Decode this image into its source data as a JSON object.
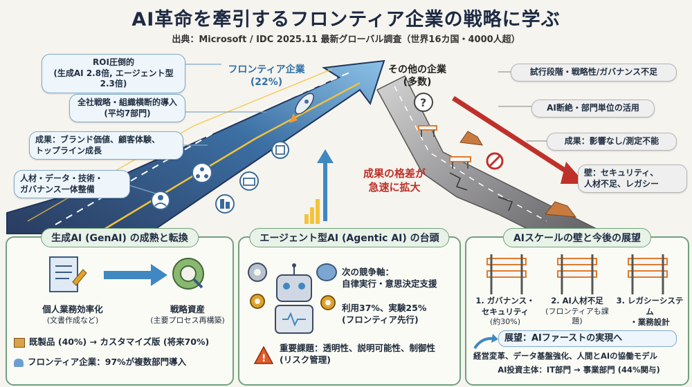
{
  "header": {
    "title": "AI革命を牽引するフロンティア企業の戦略に学ぶ",
    "subtitle": "出典：Microsoft / IDC 2025.11 最新グローバル調査（世界16カ国・4000人超）"
  },
  "hero": {
    "frontier_label": "フロンティア企業",
    "frontier_pct": "(22%)",
    "other_label": "その他の企業",
    "other_sub": "(多数)",
    "gap_line1": "成果の格差が",
    "gap_line2": "急速に拡大",
    "left_items": [
      {
        "line1": "ROI圧倒的",
        "line2": "(生成AI 2.8倍, エージェント型 2.3倍)"
      },
      {
        "line1": "全社戦略・組織横断的導入",
        "line2": "(平均7部門)"
      },
      {
        "line1": "成果：ブランド価値、顧客体験、",
        "line2": "トップライン成長"
      },
      {
        "line1": "人材・データ・技術・",
        "line2": "ガバナンス一体整備"
      }
    ],
    "right_items": [
      {
        "line1": "試行段階・戦略性/ガバナンス不足",
        "line2": ""
      },
      {
        "line1": "AI断絶・部門単位の活用",
        "line2": ""
      },
      {
        "line1": "成果：影響なし/測定不能",
        "line2": ""
      },
      {
        "line1": "壁：セキュリティ、",
        "line2": "人材不足、レガシー"
      }
    ]
  },
  "panels": {
    "genai": {
      "title": "生成AI (GenAI) の成熟と転換",
      "left_label": "個人業務効率化",
      "left_sub": "(文書作成など)",
      "right_label": "戦略資産",
      "right_sub": "(主要プロセス再構築)",
      "line1": "既製品 (40%) → カスタマイズ版 (将来70%)",
      "line2": "フロンティア企業：97%が複数部門導入"
    },
    "agentic": {
      "title": "エージェント型AI (Agentic AI) の台頭",
      "axis1": "次の競争軸：",
      "axis2": "自律実行・意思決定支援",
      "usage1": "利用37%、実験25%",
      "usage2": "(フロンティア先行)",
      "issue_label": "重要課題：透明性、説明可能性、制御性",
      "issue_sub": "(リスク管理)"
    },
    "scale": {
      "title": "AIスケールの壁と今後の展望",
      "wall1_a": "1. ガバナンス・",
      "wall1_b": "セキュリティ",
      "wall1_c": "(約30%)",
      "wall2_a": "2. AI人材不足",
      "wall2_b": "(フロンティアも課題)",
      "wall3_a": "3. レガシーシステム",
      "wall3_b": "・業務設計",
      "outlook": "展望：AIファーストの実現へ",
      "outlook_1": "経営変革、データ基盤強化、人間とAIの協働モデル",
      "outlook_2": "AI投資主体：IT部門 → 事業部門 (44%関与)"
    }
  },
  "colors": {
    "accent_blue": "#2f6fa8",
    "panel_green": "#6fa17d",
    "gap_red": "#c0302a",
    "orange": "#e07a2a"
  }
}
